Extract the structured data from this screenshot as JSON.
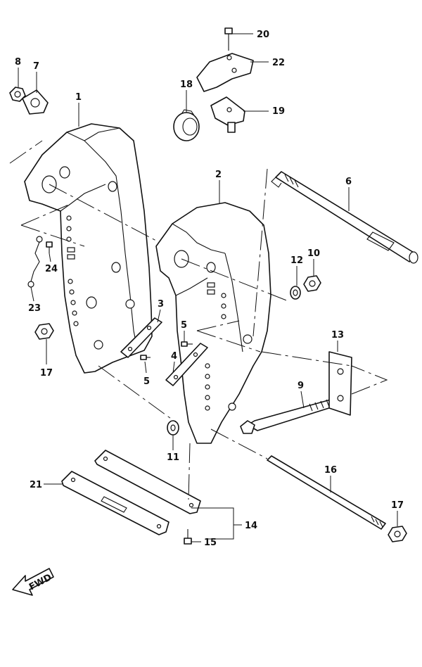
{
  "diagram": {
    "callouts": [
      "1",
      "2",
      "3",
      "4",
      "5",
      "5",
      "6",
      "7",
      "8",
      "9",
      "10",
      "11",
      "12",
      "13",
      "14",
      "15",
      "16",
      "17",
      "17",
      "18",
      "19",
      "20",
      "21",
      "22",
      "23",
      "24"
    ],
    "fwd_label": "FWD"
  }
}
